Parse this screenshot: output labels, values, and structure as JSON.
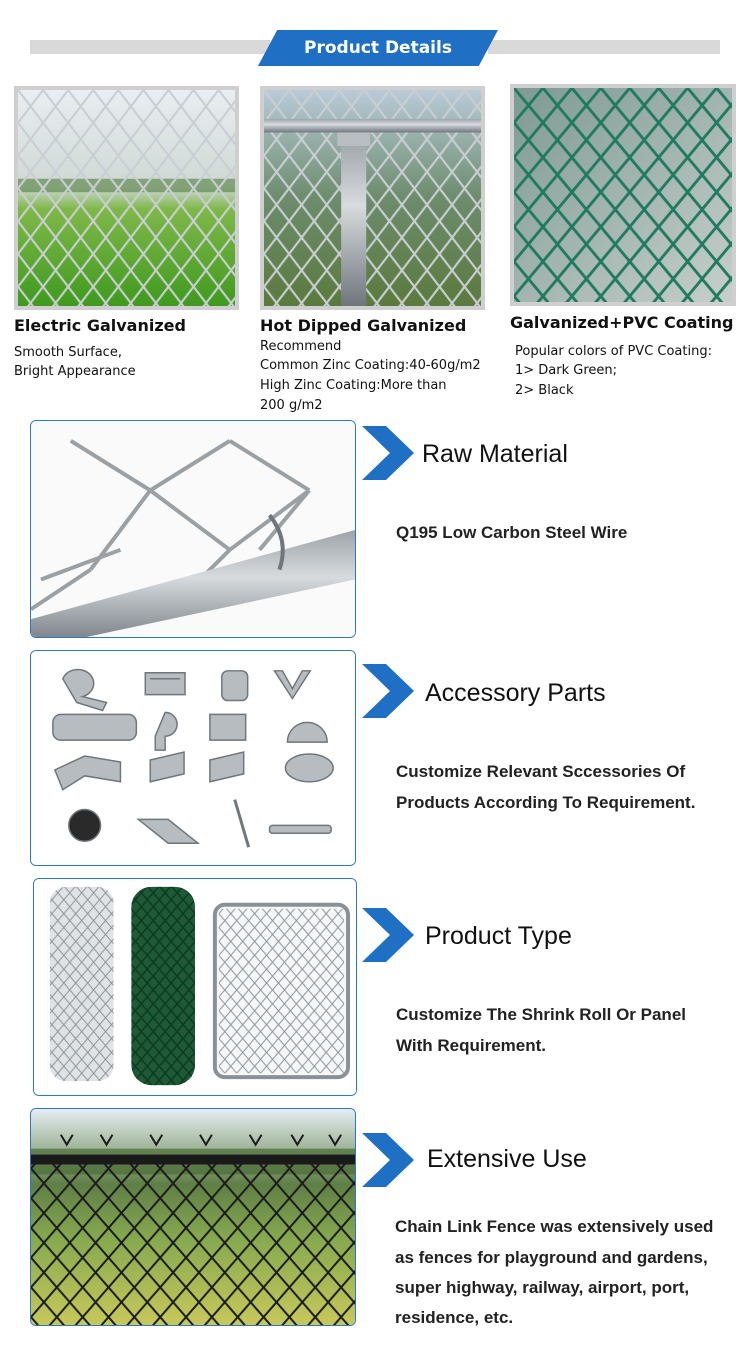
{
  "header": {
    "title": "Product Details",
    "accent": "#1f6fc4"
  },
  "coatings": [
    {
      "title": "Electric Galvanized",
      "lines": [
        "Smooth Surface,",
        "Bright Appearance"
      ],
      "icon": "galvanized-mesh-field-image"
    },
    {
      "title": "Hot Dipped Galvanized",
      "lines": [
        "Recommend",
        "Common Zinc Coating:40-60g/m2",
        "High Zinc Coating:More than",
        "200 g/m2"
      ],
      "icon": "hot-dipped-mesh-post-image"
    },
    {
      "title": "Galvanized+PVC Coating",
      "lines": [
        "Popular colors of PVC Coating:",
        "1> Dark Green;",
        "2> Black"
      ],
      "icon": "pvc-green-mesh-image"
    }
  ],
  "features": [
    {
      "title": "Raw Material",
      "desc": [
        "Q195 Low Carbon Steel Wire"
      ],
      "icon": "wire-closeup-image"
    },
    {
      "title": "Accessory Parts",
      "desc": [
        "Customize Relevant Sccessories Of",
        "Products According To Requirement."
      ],
      "icon": "accessory-parts-image"
    },
    {
      "title": "Product Type",
      "desc": [
        "Customize The Shrink Roll Or Panel",
        "With Requirement."
      ],
      "icon": "rolls-and-panel-image"
    },
    {
      "title": "Extensive Use",
      "desc": [
        "Chain Link Fence was extensively used",
        "as fences for playground and gardens,",
        "super highway, railway, airport, port,",
        "residence, etc."
      ],
      "icon": "fence-in-field-image"
    }
  ],
  "colors": {
    "frame_blue": "#2a79c7",
    "chevron_blue": "#1f6fc4",
    "pvc_green": "#2e8a6a"
  }
}
